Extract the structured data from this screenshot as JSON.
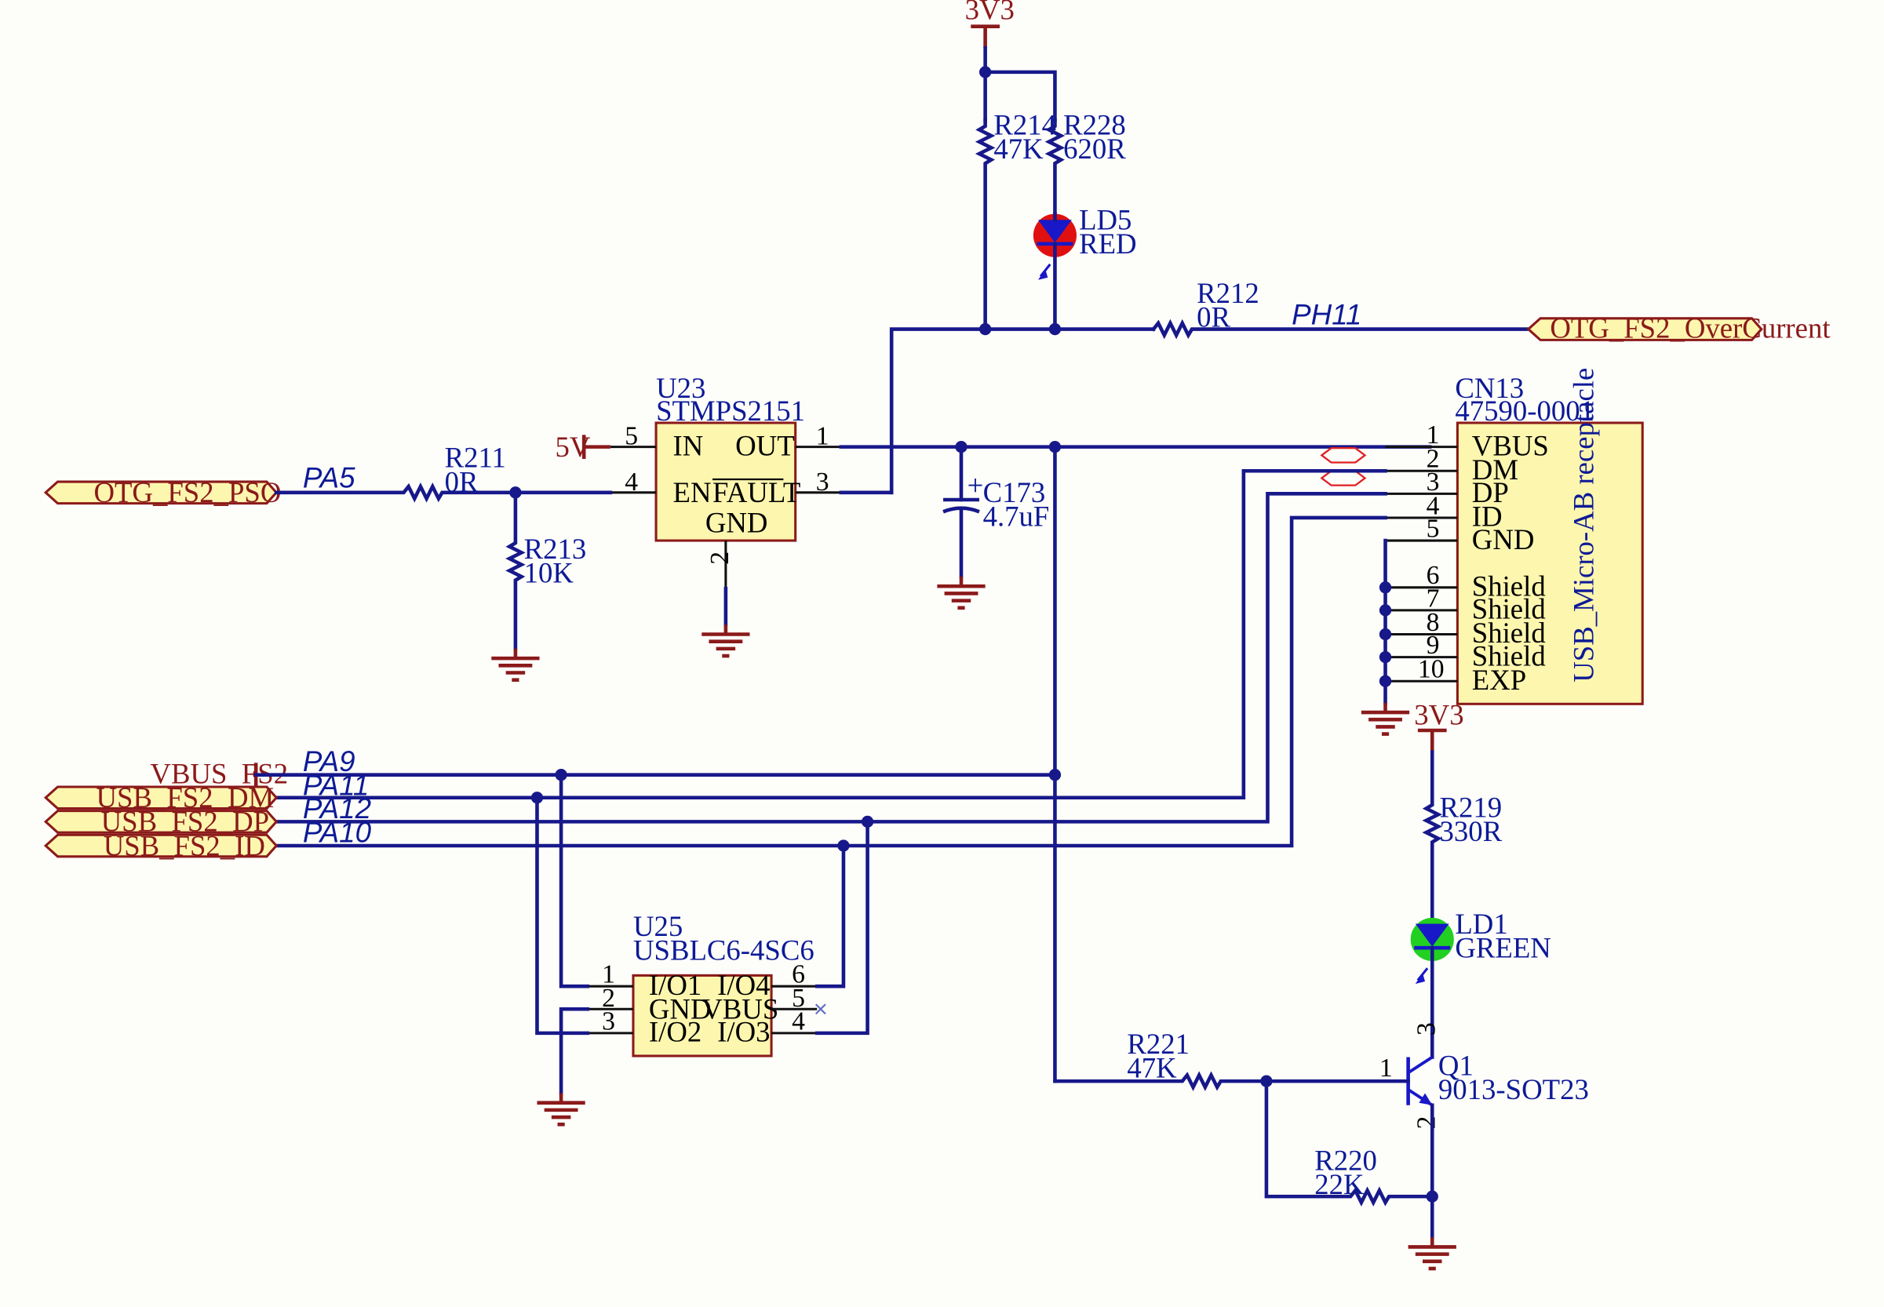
{
  "power": {
    "v3v3_top": "3V3",
    "v5": "5V",
    "vbus_fs2": "VBUS_FS2",
    "v3v3_right": "3V3"
  },
  "ports": {
    "pso": "OTG_FS2_PSO",
    "overcurrent": "OTG_FS2_OverCurrent",
    "dm": "USB_FS2_DM",
    "dp": "USB_FS2_DP",
    "id": "USB_FS2_ID"
  },
  "nets": {
    "pa5": "PA5",
    "ph11": "PH11",
    "pa9": "PA9",
    "pa11": "PA11",
    "pa12": "PA12",
    "pa10": "PA10"
  },
  "resistors": {
    "r214": {
      "ref": "R214",
      "value": "47K"
    },
    "r228": {
      "ref": "R228",
      "value": "620R"
    },
    "r212": {
      "ref": "R212",
      "value": "0R"
    },
    "r211": {
      "ref": "R211",
      "value": "0R"
    },
    "r213": {
      "ref": "R213",
      "value": "10K"
    },
    "r219": {
      "ref": "R219",
      "value": "330R"
    },
    "r221": {
      "ref": "R221",
      "value": "47K"
    },
    "r220": {
      "ref": "R220",
      "value": "22K"
    }
  },
  "leds": {
    "ld5": {
      "ref": "LD5",
      "value": "RED",
      "color": "#e01010"
    },
    "ld1": {
      "ref": "LD1",
      "value": "GREEN",
      "color": "#22d022"
    }
  },
  "capacitor": {
    "ref": "C173",
    "value": "4.7uF"
  },
  "u23": {
    "ref": "U23",
    "part": "STMPS2151",
    "pin_in": "IN",
    "pin_out": "OUT",
    "pin_en": "EN",
    "pin_fault": "FAULT",
    "pin_gnd": "GND",
    "n1": "1",
    "n2": "2",
    "n3": "3",
    "n4": "4",
    "n5": "5"
  },
  "u25": {
    "ref": "U25",
    "part": "USBLC6-4SC6",
    "io1": "I/O1",
    "io4": "I/O4",
    "gnd": "GND",
    "vbus": "VBUS",
    "io2": "I/O2",
    "io3": "I/O3",
    "n1": "1",
    "n2": "2",
    "n3": "3",
    "n4": "4",
    "n5": "5",
    "n6": "6"
  },
  "cn13": {
    "ref": "CN13",
    "part": "47590-0001",
    "title": "USB_Micro-AB receptacle",
    "pins": [
      {
        "num": "1",
        "name": "VBUS"
      },
      {
        "num": "2",
        "name": "DM"
      },
      {
        "num": "3",
        "name": "DP"
      },
      {
        "num": "4",
        "name": "ID"
      },
      {
        "num": "5",
        "name": "GND"
      },
      {
        "num": "6",
        "name": "Shield"
      },
      {
        "num": "7",
        "name": "Shield"
      },
      {
        "num": "8",
        "name": "Shield"
      },
      {
        "num": "9",
        "name": "Shield"
      },
      {
        "num": "10",
        "name": "EXP"
      }
    ]
  },
  "q1": {
    "ref": "Q1",
    "part": "9013-SOT23",
    "n1": "1",
    "n2": "2",
    "n3": "3"
  }
}
